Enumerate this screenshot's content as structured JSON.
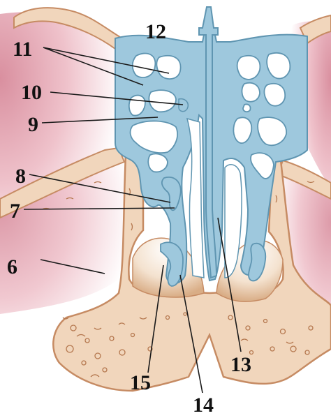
{
  "figure": {
    "labels": {
      "l6": "6",
      "l7": "7",
      "l8": "8",
      "l9": "9",
      "l10": "10",
      "l11": "11",
      "l12": "12",
      "l13": "13",
      "l14": "14",
      "l15": "15"
    },
    "colors": {
      "mucosa": "#9ec8dd",
      "mucosa_outline": "#5f95b1",
      "bone": "#f1d6bc",
      "bone_outline": "#c68b63",
      "orbit_soft_tissue": "#e9b3be",
      "air": "#ffffff"
    }
  }
}
